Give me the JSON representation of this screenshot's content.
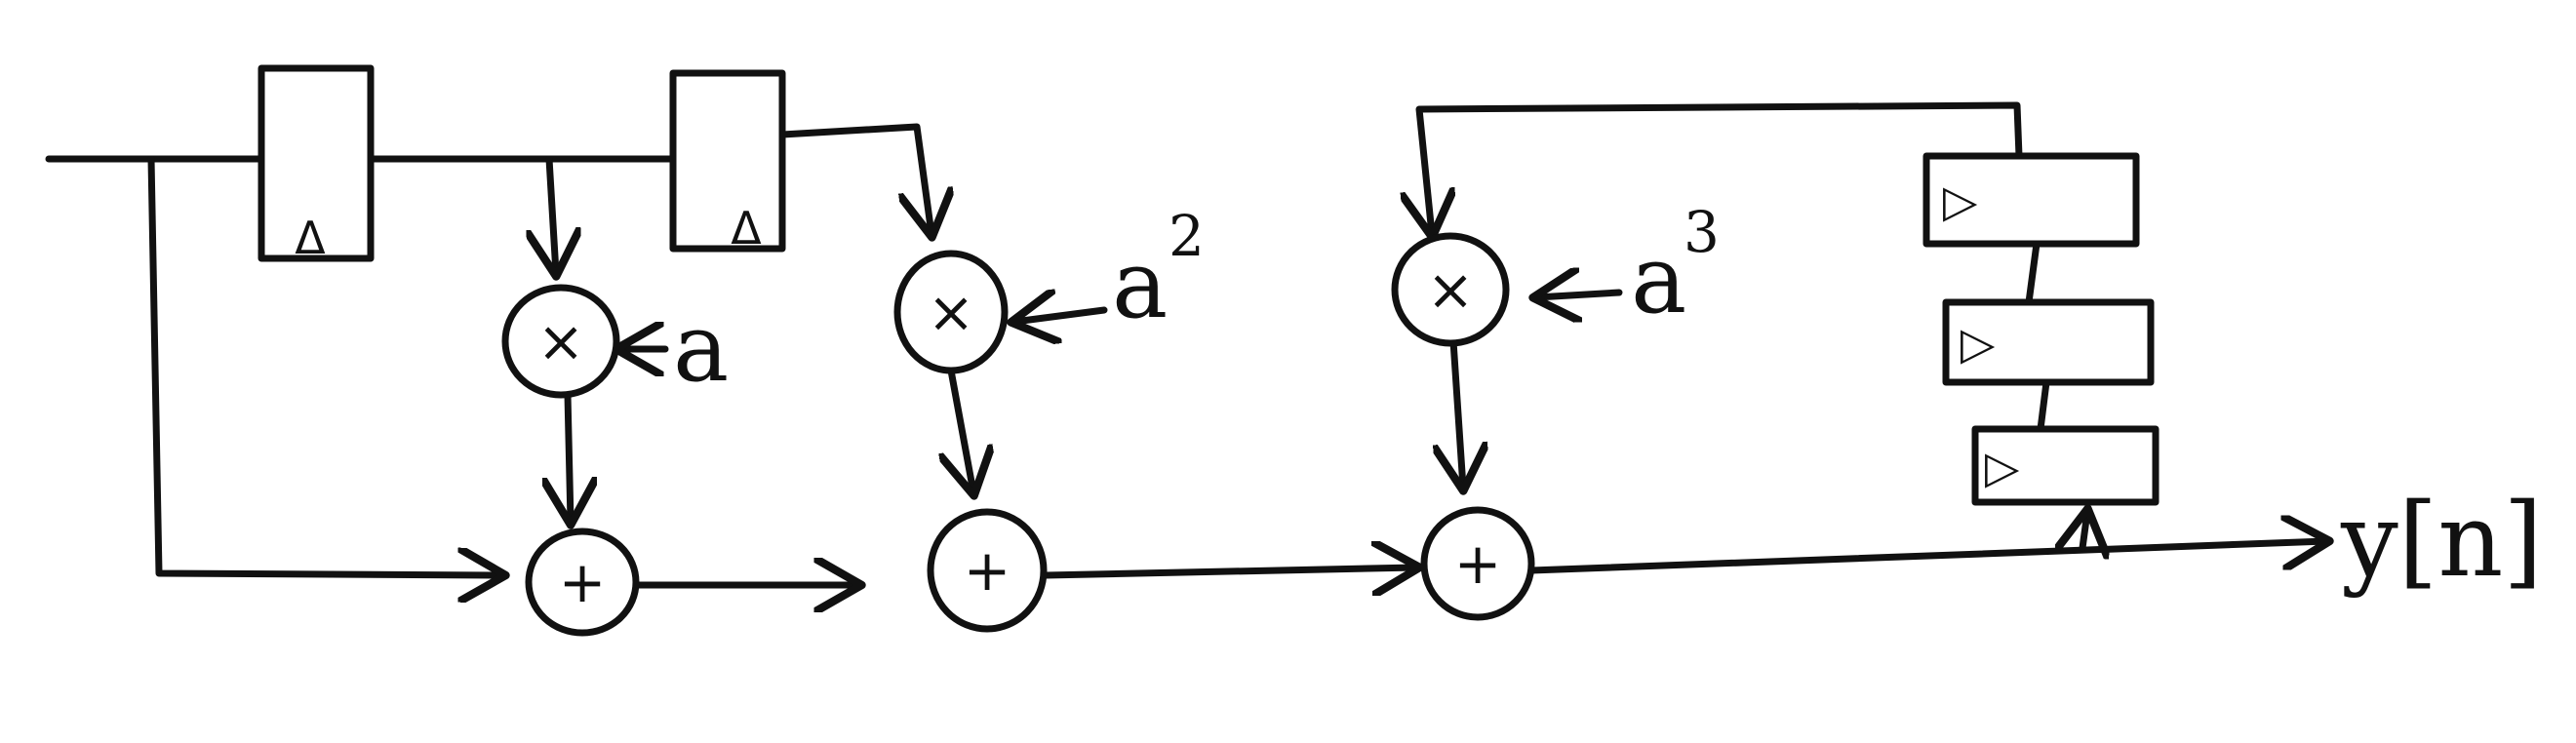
{
  "diagram": {
    "operators": {
      "multiply": "×",
      "add": "+"
    },
    "coefficients": {
      "c1": "a",
      "c2_base": "a",
      "c2_exp": "2",
      "c3_base": "a",
      "c3_exp": "3"
    },
    "output_label": "y[n]",
    "register_marks": {
      "clock_up": "Δ",
      "clock_right": "▷"
    }
  }
}
